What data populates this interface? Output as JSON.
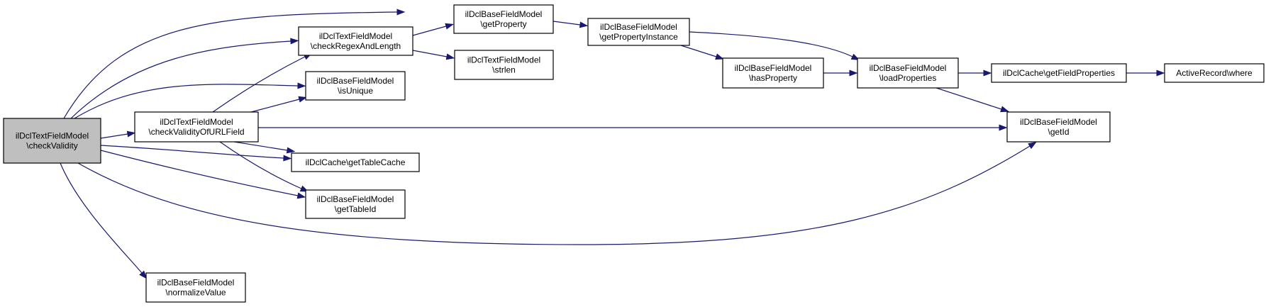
{
  "graph": {
    "nodes": [
      {
        "id": "root",
        "lines": [
          "ilDclTextFieldModel",
          "\\checkValidity"
        ],
        "root": true
      },
      {
        "id": "checkRegex",
        "lines": [
          "ilDclTextFieldModel",
          "\\checkRegexAndLength"
        ]
      },
      {
        "id": "getProperty",
        "lines": [
          "ilDclBaseFieldModel",
          "\\getProperty"
        ]
      },
      {
        "id": "getPropInst",
        "lines": [
          "ilDclBaseFieldModel",
          "\\getPropertyInstance"
        ]
      },
      {
        "id": "strlen",
        "lines": [
          "ilDclTextFieldModel",
          "\\strlen"
        ]
      },
      {
        "id": "hasProp",
        "lines": [
          "ilDclBaseFieldModel",
          "\\hasProperty"
        ]
      },
      {
        "id": "loadProps",
        "lines": [
          "ilDclBaseFieldModel",
          "\\loadProperties"
        ]
      },
      {
        "id": "getFieldProps",
        "lines": [
          "ilDclCache\\getFieldProperties"
        ]
      },
      {
        "id": "arWhere",
        "lines": [
          "ActiveRecord\\where"
        ]
      },
      {
        "id": "isUnique",
        "lines": [
          "ilDclBaseFieldModel",
          "\\isUnique"
        ]
      },
      {
        "id": "checkURL",
        "lines": [
          "ilDclTextFieldModel",
          "\\checkValidityOfURLField"
        ]
      },
      {
        "id": "getId",
        "lines": [
          "ilDclBaseFieldModel",
          "\\getId"
        ]
      },
      {
        "id": "getTableCache",
        "lines": [
          "ilDclCache\\getTableCache"
        ]
      },
      {
        "id": "getTableId",
        "lines": [
          "ilDclBaseFieldModel",
          "\\getTableId"
        ]
      },
      {
        "id": "normalize",
        "lines": [
          "ilDclBaseFieldModel",
          "\\normalizeValue"
        ]
      }
    ],
    "edges": [
      {
        "from": "root",
        "to": "getProperty"
      },
      {
        "from": "root",
        "to": "checkRegex"
      },
      {
        "from": "root",
        "to": "isUnique"
      },
      {
        "from": "root",
        "to": "checkURL"
      },
      {
        "from": "root",
        "to": "getTableCache"
      },
      {
        "from": "root",
        "to": "getTableId"
      },
      {
        "from": "root",
        "to": "getId"
      },
      {
        "from": "root",
        "to": "normalize"
      },
      {
        "from": "checkRegex",
        "to": "getProperty"
      },
      {
        "from": "checkRegex",
        "to": "strlen"
      },
      {
        "from": "getProperty",
        "to": "getPropInst"
      },
      {
        "from": "getPropInst",
        "to": "hasProp"
      },
      {
        "from": "getPropInst",
        "to": "loadProps"
      },
      {
        "from": "hasProp",
        "to": "loadProps"
      },
      {
        "from": "loadProps",
        "to": "getFieldProps"
      },
      {
        "from": "loadProps",
        "to": "getId"
      },
      {
        "from": "getFieldProps",
        "to": "arWhere"
      },
      {
        "from": "checkURL",
        "to": "checkRegex"
      },
      {
        "from": "checkURL",
        "to": "isUnique"
      },
      {
        "from": "checkURL",
        "to": "getId"
      },
      {
        "from": "checkURL",
        "to": "getTableCache"
      },
      {
        "from": "checkURL",
        "to": "getTableId"
      }
    ]
  }
}
